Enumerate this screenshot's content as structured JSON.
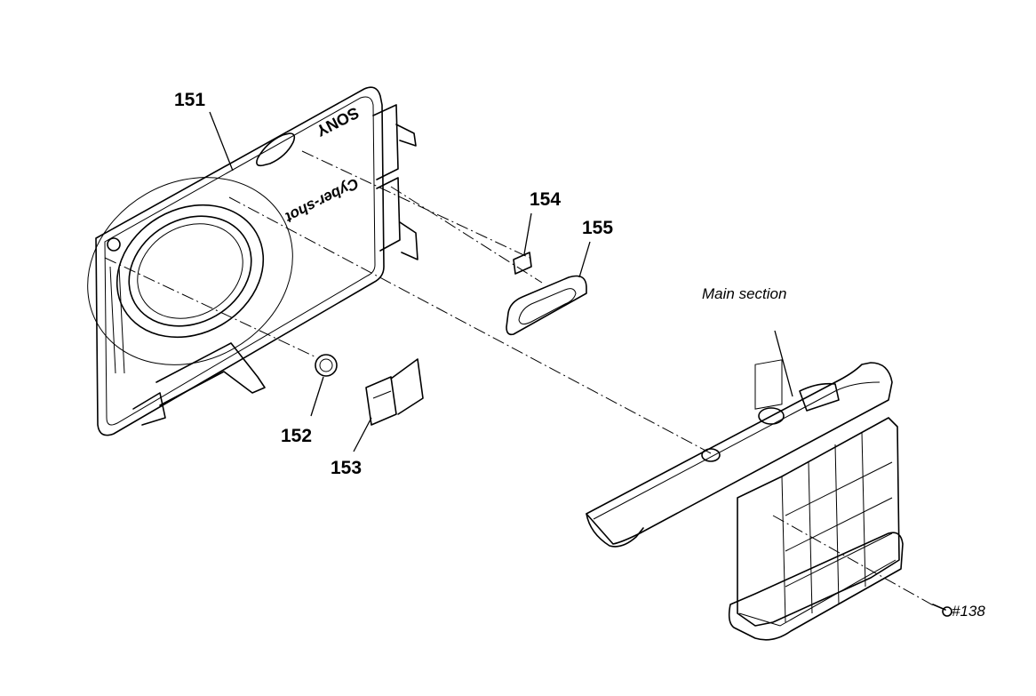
{
  "callouts": {
    "p151": "151",
    "p152": "152",
    "p153": "153",
    "p154": "154",
    "p155": "155",
    "p138": "#138"
  },
  "notes": {
    "main_section": "Main section"
  },
  "embossed": {
    "brand": "SONY",
    "model": "Cyber-shot"
  }
}
